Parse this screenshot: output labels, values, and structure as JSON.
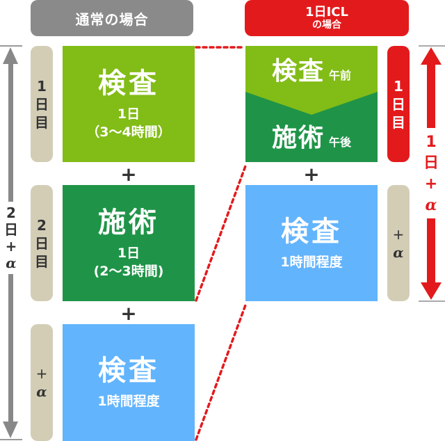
{
  "headers": {
    "normal": "通常の場合",
    "icl_line1": "1日ICL",
    "icl_line2": "の場合"
  },
  "normal_flow": {
    "total_label": [
      "2",
      "日",
      "+",
      "α"
    ],
    "day_labels": [
      {
        "chars": [
          "1",
          "日",
          "目"
        ]
      },
      {
        "chars": [
          "2",
          "日",
          "目"
        ]
      },
      {
        "chars": [
          "+",
          "α"
        ]
      }
    ],
    "steps": [
      {
        "title": "検査",
        "line1": "1日",
        "line2": "（3〜4時間）"
      },
      {
        "title": "施術",
        "line1": "1日",
        "line2": "(2〜3時間)"
      },
      {
        "title": "検査",
        "line1": "1時間程度"
      }
    ],
    "plus": "+"
  },
  "icl_flow": {
    "total_label": [
      "1",
      "日",
      "+",
      "α"
    ],
    "day_labels": [
      {
        "chars": [
          "1",
          "日",
          "目"
        ]
      },
      {
        "chars": [
          "+",
          "α"
        ]
      }
    ],
    "combined_step": {
      "top_title": "検査",
      "top_note": "午前",
      "bottom_title": "施術",
      "bottom_note": "午後"
    },
    "final_step": {
      "title": "検査",
      "line1": "1時間程度"
    },
    "plus": "+"
  },
  "colors": {
    "light_green": "#82bc17",
    "dark_green": "#1f9448",
    "blue": "#62b4fd",
    "red": "#e31a1c",
    "gray": "#8a8a8a",
    "beige": "#d3cdb6"
  }
}
